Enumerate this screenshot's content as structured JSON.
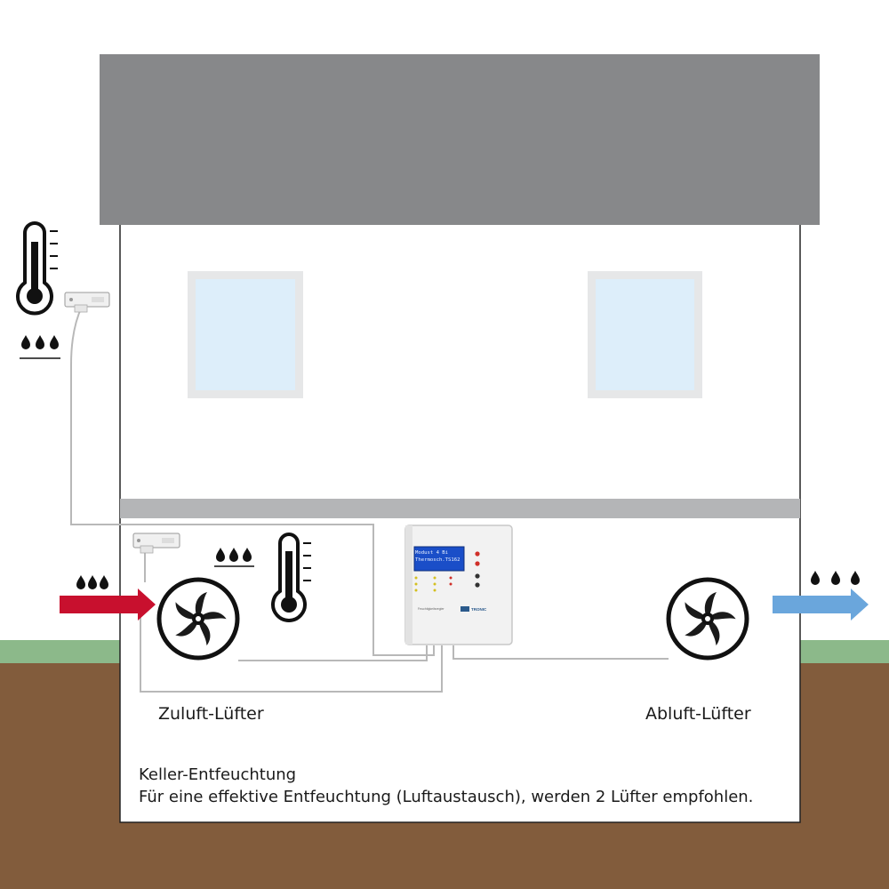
{
  "labels": {
    "intake_fan": "Zuluft-Lüfter",
    "exhaust_fan": "Abluft-Lüfter",
    "title": "Keller-Entfeuchtung",
    "description": "Für eine effektive Entfeuchtung (Luftaustausch), werden 2 Lüfter empfohlen."
  },
  "controller": {
    "display_line1": "Modust 4 Bi",
    "display_line2": "Thermosch.TS162",
    "brand": "TRONIC",
    "model": "Feuchtigkeitsregler"
  },
  "colors": {
    "roof": "#87888a",
    "ceiling_band": "#b4b5b7",
    "ground": "#825c3c",
    "grass": "#8cb98a",
    "window_glass": "#ddeefa",
    "window_frame": "#e6e7e8",
    "intake_arrow": "#c8102e",
    "exhaust_arrow": "#6aa6dc",
    "wire": "#b8b8b8",
    "lcd": "#1a4ec8"
  },
  "icons": {
    "outdoor_temperature": "thermometer-icon",
    "outdoor_humidity": "water-drops-icon",
    "indoor_temperature": "thermometer-icon",
    "indoor_humidity": "water-drops-icon",
    "fan": "fan-icon"
  }
}
